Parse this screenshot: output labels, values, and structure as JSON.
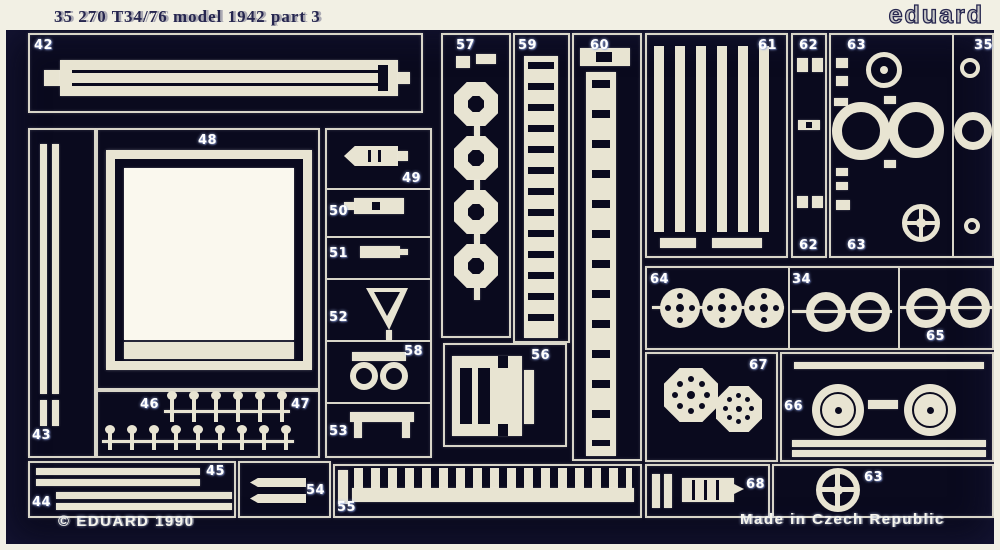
{
  "header": {
    "title": "35 270  T34/76 model 1942   part 3",
    "brand": "eduard"
  },
  "footer": {
    "copyright": "© EDUARD 1990",
    "made_in": "Made in Czech Republic"
  },
  "colors": {
    "plate": "#0a0a1e",
    "metal": "#e8e4d2",
    "bright_panel": "#faf8ee",
    "frame_line": "#d8d5c8",
    "banner": "#f2f0e4",
    "ink": "#26264f"
  },
  "labels": {
    "n34": "34",
    "n35": "35",
    "n42": "42",
    "n43": "43",
    "n44": "44",
    "n45": "45",
    "n46": "46",
    "n47": "47",
    "n48": "48",
    "n49": "49",
    "n50": "50",
    "n51": "51",
    "n52": "52",
    "n53": "53",
    "n54": "54",
    "n55": "55",
    "n56": "56",
    "n57": "57",
    "n58": "58",
    "n59": "59",
    "n60": "60",
    "n61": "61",
    "n62_top": "62",
    "n62_bottom": "62",
    "n63_top": "63",
    "n63_bottom": "63",
    "n63_wheel": "63",
    "n64": "64",
    "n65": "65",
    "n66": "66",
    "n67": "67",
    "n68": "68"
  }
}
